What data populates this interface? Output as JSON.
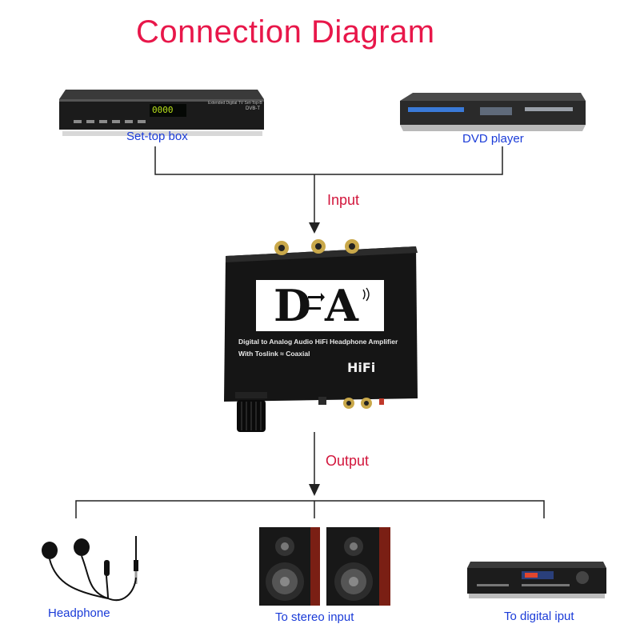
{
  "title": "Connection Diagram",
  "inputs": [
    {
      "label": "Set-top box",
      "display": "0000",
      "brand_text": "Extended Digital TV Set-Top-Box",
      "model_text": "DVB-T"
    },
    {
      "label": "DVD player"
    }
  ],
  "input_label": "Input",
  "device": {
    "logo_left": "D",
    "logo_right": "A",
    "line1": "Digital to Analog Audio HiFi Headphone Amplifier",
    "line2": "With Toslink ≈ Coaxial",
    "badge": "HiFi"
  },
  "output_label": "Output",
  "outputs": [
    {
      "label": "Headphone"
    },
    {
      "label": "To stereo input"
    },
    {
      "label": "To digital iput"
    }
  ],
  "colors": {
    "title": "#e8174a",
    "flow_label": "#d2163c",
    "device_label": "#1a3bd8",
    "wire": "#222222"
  }
}
